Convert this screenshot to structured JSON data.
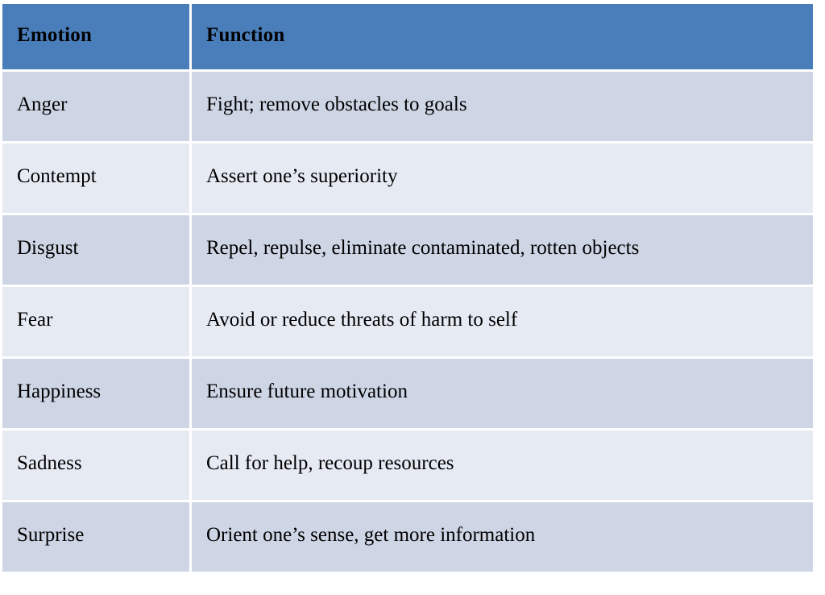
{
  "table": {
    "columns": [
      {
        "key": "emotion",
        "label": "Emotion"
      },
      {
        "key": "function",
        "label": "Function"
      }
    ],
    "rows": [
      {
        "emotion": "Anger",
        "function": "Fight; remove obstacles to goals"
      },
      {
        "emotion": "Contempt",
        "function": "Assert one’s superiority"
      },
      {
        "emotion": "Disgust",
        "function": "Repel, repulse, eliminate contaminated, rotten objects"
      },
      {
        "emotion": "Fear",
        "function": "Avoid or reduce threats of harm to self"
      },
      {
        "emotion": "Happiness",
        "function": "Ensure future motivation"
      },
      {
        "emotion": "Sadness",
        "function": "Call for help, recoup resources"
      },
      {
        "emotion": "Surprise",
        "function": "Orient one’s sense, get more information"
      }
    ]
  },
  "colors": {
    "header_background": "#4a7ebb",
    "row_dark": "#ced5e5",
    "row_light": "#e6eaf3",
    "text": "#000000",
    "page_background": "#ffffff"
  }
}
